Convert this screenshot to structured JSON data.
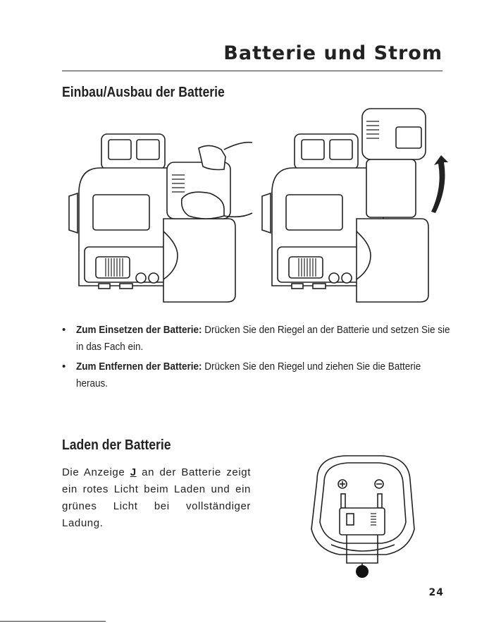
{
  "header": {
    "title": "Batterie und Strom"
  },
  "section1": {
    "title": "Einbau/Ausbau der Batterie",
    "bullets": [
      {
        "bold": "Zum Einsetzen der Batterie:",
        "text": " Drücken Sie den Riegel an der Batterie und setzen Sie sie in das Fach ein."
      },
      {
        "bold": "Zum Entfernen der Batterie:",
        "text": " Drücken Sie den Riegel und ziehen Sie die Batterie heraus."
      }
    ]
  },
  "section2": {
    "title": "Laden der Batterie",
    "para_before": "Die Anzeige ",
    "indicator_letter": "J",
    "para_after": " an der Batterie zeigt ein rotes Licht beim Laden und ein grünes Licht bei vollständiger Ladung."
  },
  "page_number": "24",
  "colors": {
    "text": "#222222",
    "callout_dot": "#111111"
  }
}
